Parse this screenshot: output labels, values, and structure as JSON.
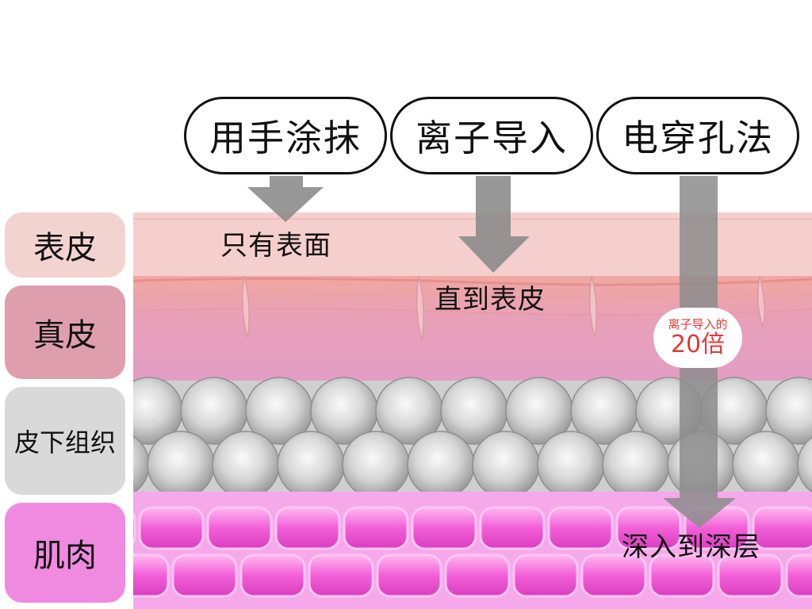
{
  "methods": [
    {
      "label": "用手涂抹"
    },
    {
      "label": "离子导入"
    },
    {
      "label": "电穿孔法"
    }
  ],
  "layers": [
    {
      "label": "表皮",
      "color": "#f3d3d0"
    },
    {
      "label": "真皮",
      "color": "#df9eae"
    },
    {
      "label": "皮下组织",
      "color": "#d9d9d9"
    },
    {
      "label": "肌肉",
      "color": "#f08ae0"
    }
  ],
  "results": {
    "hand": "只有表面",
    "ion": "直到表皮",
    "electro": "深入到深层"
  },
  "badge": {
    "line1": "离子导入的",
    "line2": "20倍",
    "color": "#e53935"
  },
  "colors": {
    "epidermis": "#f5cfcd",
    "dermis": "#e9a9c4",
    "fat": "#cfcfcf",
    "muscle": "#f25fd7",
    "arrow": "#8c8c8c"
  }
}
